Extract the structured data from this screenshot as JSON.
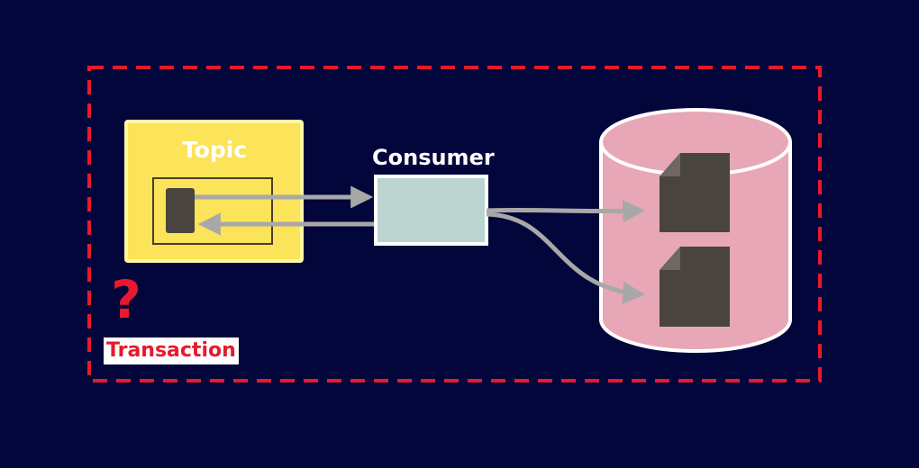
{
  "diagram": {
    "topic_label": "Topic",
    "consumer_label": "Consumer",
    "transaction_label": "Transaction",
    "question_glyph": "?"
  },
  "colors": {
    "background": "#03063b",
    "dashed_border": "#e8192c",
    "topic_fill": "#fbe35a",
    "topic_border": "#fff6a0",
    "consumer_fill": "#bcd4cf",
    "database_fill": "#e8a7b6",
    "database_stroke": "#ffffff",
    "arrow": "#a8a8a8",
    "document_fill": "#4a443f",
    "transaction_text": "#e8192c"
  },
  "icons": [
    "database-icon",
    "document-icon",
    "message-icon",
    "question-mark-icon"
  ]
}
